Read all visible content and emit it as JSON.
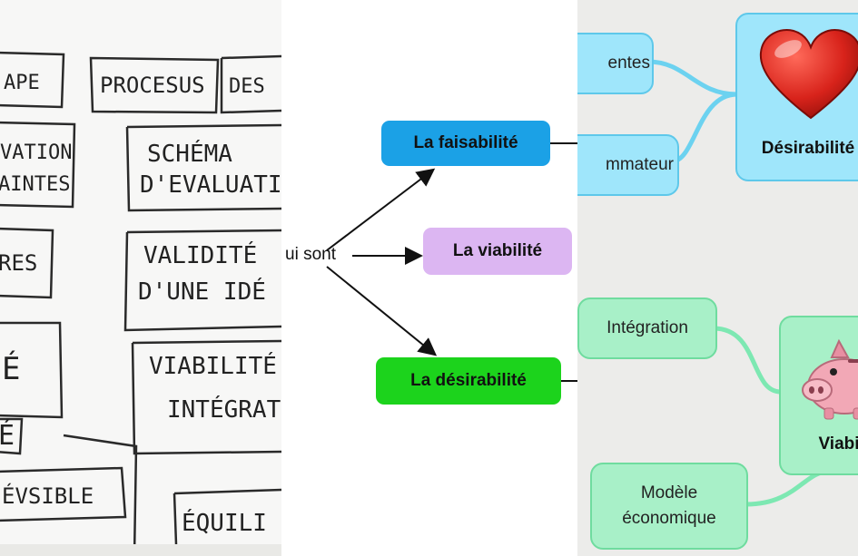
{
  "whiteboard": {
    "cards": [
      {
        "id": "c1",
        "text": "APE"
      },
      {
        "id": "c2",
        "text": "PROCESUS"
      },
      {
        "id": "c3",
        "text": "DES"
      },
      {
        "id": "c4a",
        "text": "VATION"
      },
      {
        "id": "c4b",
        "text": "AINTES"
      },
      {
        "id": "c5a",
        "text": "SCHÉMA"
      },
      {
        "id": "c5b",
        "text": "D'EVALUATIO"
      },
      {
        "id": "c6",
        "text": "RES"
      },
      {
        "id": "c7a",
        "text": "VALIDITÉ"
      },
      {
        "id": "c7b",
        "text": "D'UNE IDÉ"
      },
      {
        "id": "c8",
        "text": "É"
      },
      {
        "id": "c9a",
        "text": "VIABILITÉ"
      },
      {
        "id": "c9b",
        "text": "INTÉGRAT"
      },
      {
        "id": "c10",
        "text": "É"
      },
      {
        "id": "c11",
        "text": "ÉVSIBLE"
      },
      {
        "id": "c12",
        "text": "ÉQUILI"
      }
    ]
  },
  "concept": {
    "source_label": "ui sont",
    "nodes": [
      {
        "id": "faisabilite",
        "label": "La faisabilité",
        "color": "#1ba1e6"
      },
      {
        "id": "viabilite",
        "label": "La viabilité",
        "color": "#dcb6f2"
      },
      {
        "id": "desirabilite",
        "label": "La désirabilité",
        "color": "#1cd31c"
      }
    ]
  },
  "mindmap": {
    "desirability": {
      "title": "Désirabilité",
      "icon": "heart-icon",
      "color": "#9fe6fb",
      "children": [
        "entes",
        "mmateur"
      ]
    },
    "viability": {
      "title": "Viabi",
      "icon": "piggy-bank-icon",
      "color": "#a8f0c8",
      "children": [
        "Intégration",
        "Modèle\néconomique"
      ]
    }
  }
}
